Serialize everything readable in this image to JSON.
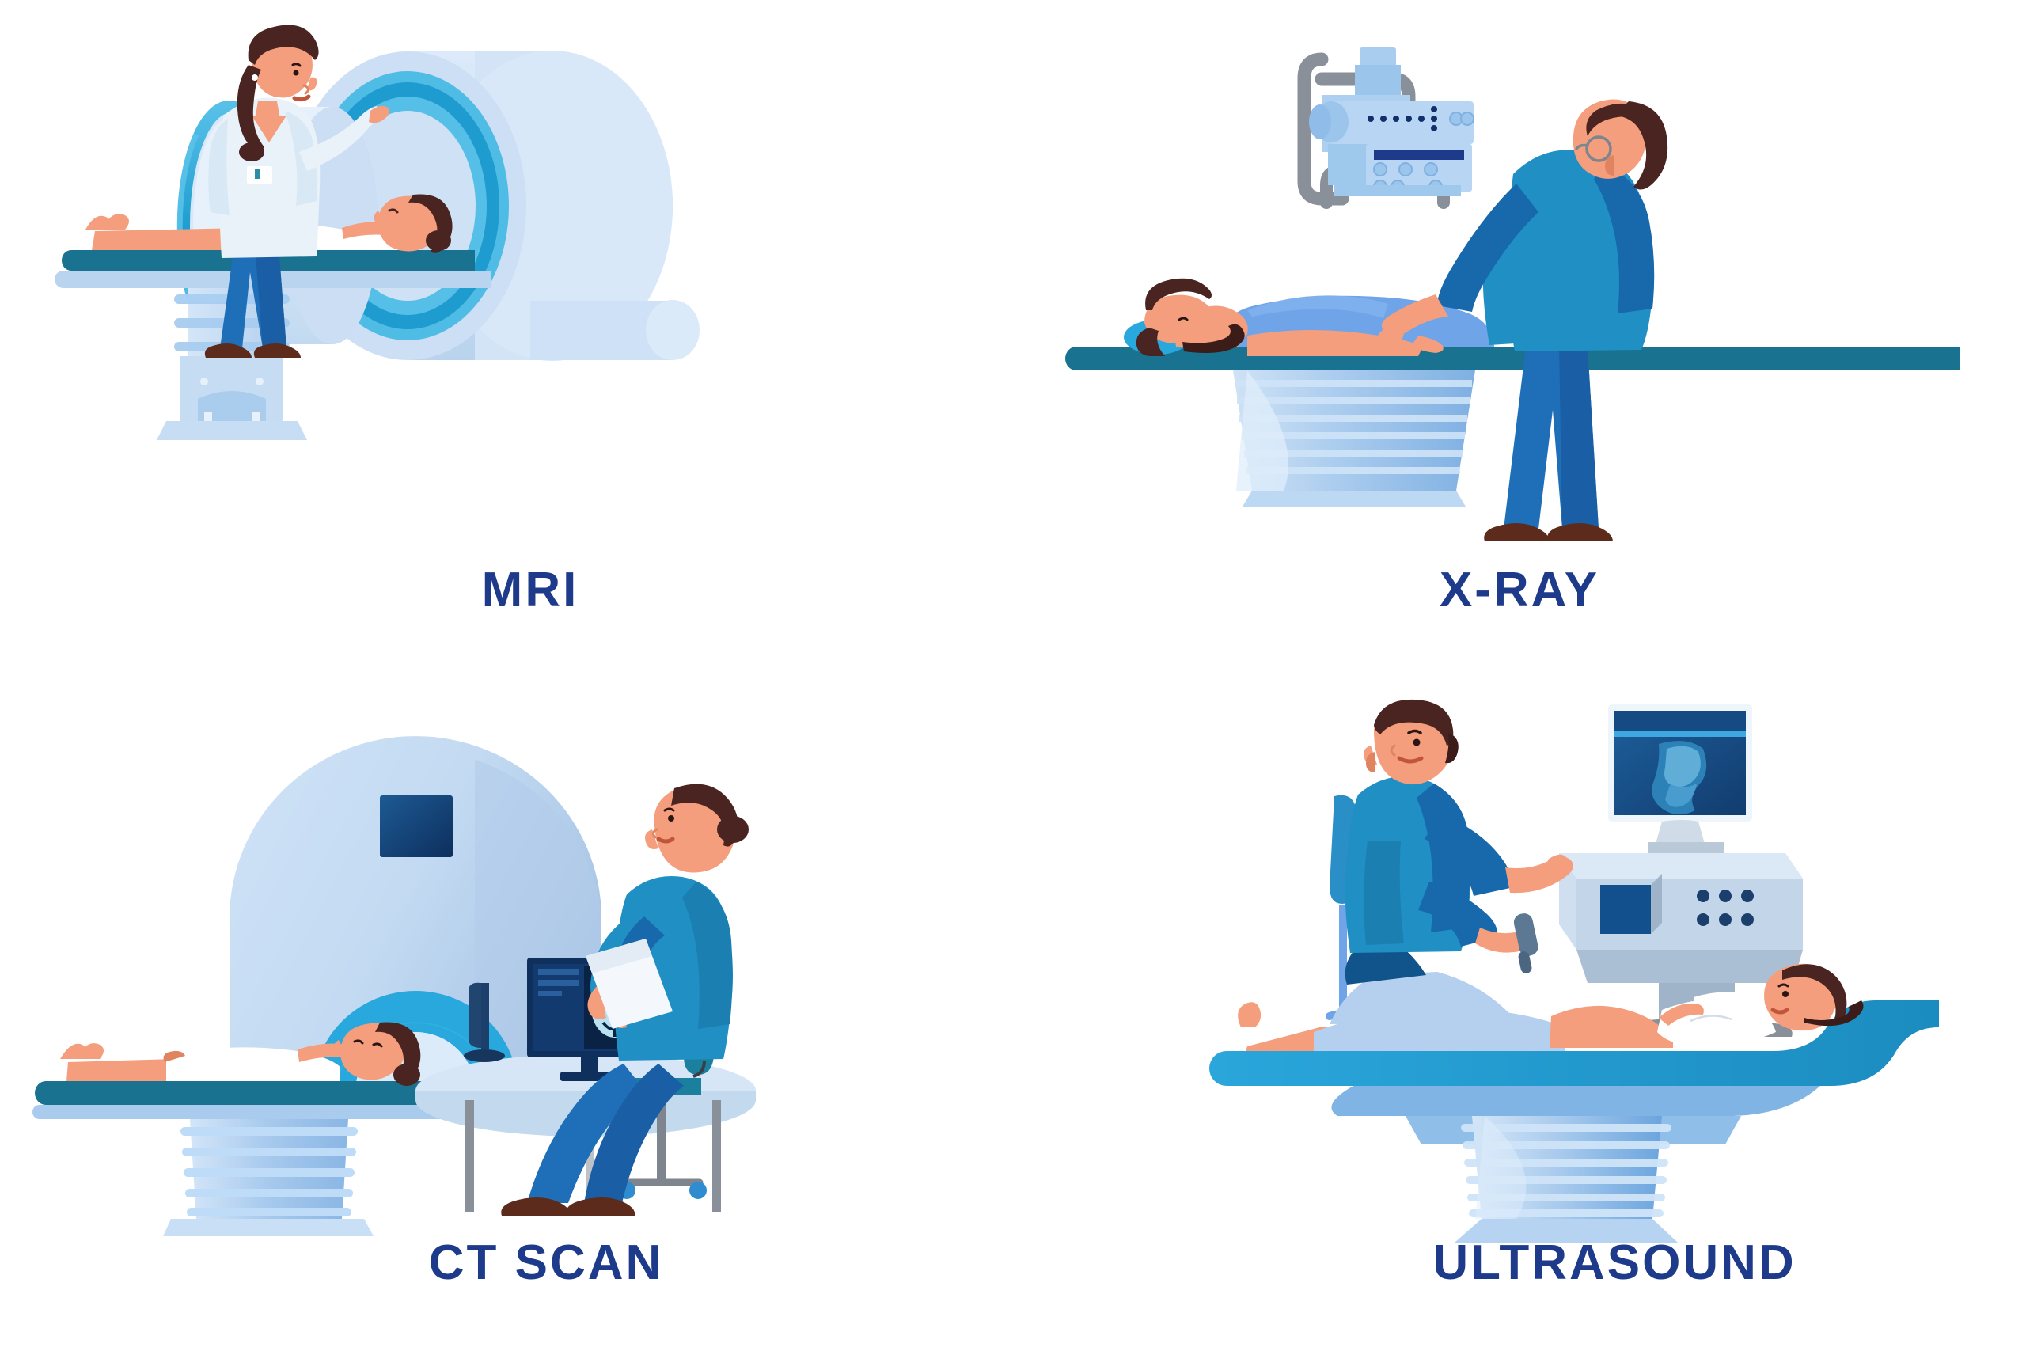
{
  "poster": {
    "background": "#ffffff",
    "label_color": "#20409a",
    "columns": 2,
    "rows": 2
  },
  "palette": {
    "label_navy": "#20409a",
    "deep_navy": "#11306b",
    "table_teal": "#19728f",
    "table_teal_dark": "#11607c",
    "machine_pale": "#c9dff2",
    "machine_pale_2": "#bcd6ef",
    "machine_light": "#dcebf9",
    "ring_blue": "#1f9ed1",
    "ring_blue_dark": "#1378a8",
    "ring_cyan": "#48b9e3",
    "accent_cyan": "#28a8dc",
    "scrub_blue": "#1f8fc4",
    "scrub_blue_dark": "#1769ab",
    "denim": "#1f6fb8",
    "denim_dark": "#17539a",
    "coat_white": "#f2f7fb",
    "coat_blue": "#cfe2f1",
    "skin": "#f59e7d",
    "skin_dark": "#e0835f",
    "hair_brown": "#4a2420",
    "shoe_brown": "#5c2b1c",
    "screen_navy": "#113a6d",
    "screen_navy_dark": "#0c2a52",
    "gray_arm": "#8a9099",
    "gown_blue": "#6fa4e8",
    "gown_white": "#ffffff",
    "chair_teal": "#1b7f9e",
    "desk_top": "#d6e6f6"
  },
  "panels": [
    {
      "id": "mri",
      "label": "MRI",
      "scene_name": "mri-scan-scene",
      "figures": [
        {
          "role": "nurse",
          "name": "mri-nurse",
          "outfit": "white-lab-coat",
          "trousers": "#1f6fb8",
          "has_badge": true
        },
        {
          "role": "patient",
          "name": "mri-patient",
          "posture": "lying-supine",
          "gown": "#ffffff"
        }
      ],
      "equipment": [
        {
          "name": "mri-scanner-bore",
          "type": "cylindrical-gantry"
        },
        {
          "name": "mri-patient-table",
          "type": "scanner-table"
        },
        {
          "name": "mri-table-pedestal",
          "type": "ribbed-column"
        }
      ]
    },
    {
      "id": "xray",
      "label": "X-RAY",
      "scene_name": "x-ray-scan-scene",
      "figures": [
        {
          "role": "technician",
          "name": "xray-technician",
          "outfit": "blue-scrubs",
          "trousers": "#1f6fb8",
          "glasses": true
        },
        {
          "role": "patient",
          "name": "xray-patient",
          "posture": "lying-supine",
          "gown": "#6fa4e8"
        }
      ],
      "equipment": [
        {
          "name": "x-ray-emitter-head",
          "type": "overhead-tube"
        },
        {
          "name": "x-ray-support-arm",
          "type": "gooseneck-arm"
        },
        {
          "name": "x-ray-table",
          "type": "scanner-table"
        },
        {
          "name": "x-ray-table-pedestal",
          "type": "ribbed-column"
        }
      ]
    },
    {
      "id": "ct",
      "label": "CT SCAN",
      "scene_name": "ct-scan-scene",
      "figures": [
        {
          "role": "technician",
          "name": "ct-technician",
          "outfit": "teal-scrubs",
          "trousers": "#1f6fb8",
          "seated": true,
          "holding": "clipboard"
        },
        {
          "role": "patient",
          "name": "ct-patient",
          "posture": "lying-supine",
          "gown": "#ffffff"
        }
      ],
      "equipment": [
        {
          "name": "ct-gantry",
          "type": "dome-gantry"
        },
        {
          "name": "ct-gantry-display",
          "type": "panel-display"
        },
        {
          "name": "ct-patient-table",
          "type": "scanner-table"
        },
        {
          "name": "ct-table-pedestal",
          "type": "ribbed-column"
        },
        {
          "name": "ct-workstation-desk",
          "type": "round-desk"
        },
        {
          "name": "ct-monitor",
          "type": "desktop-monitor",
          "screen_content": "brain-scan"
        },
        {
          "name": "ct-operator-chair",
          "type": "rolling-stool"
        }
      ]
    },
    {
      "id": "ultrasound",
      "label": "ULTRASOUND",
      "scene_name": "ultrasound-scan-scene",
      "figures": [
        {
          "role": "doctor",
          "name": "ultrasound-doctor",
          "outfit": "blue-scrubs",
          "seated": true,
          "holding": "ultrasound-probe"
        },
        {
          "role": "patient",
          "name": "ultrasound-patient",
          "posture": "reclining-pregnant",
          "gown": "#ffffff"
        }
      ],
      "equipment": [
        {
          "name": "ultrasound-monitor",
          "type": "display",
          "screen_content": "sonogram"
        },
        {
          "name": "ultrasound-console",
          "type": "control-console",
          "button_rows": 2,
          "buttons_per_row": 3
        },
        {
          "name": "ultrasound-couch",
          "type": "exam-couch"
        },
        {
          "name": "ultrasound-couch-pedestal",
          "type": "ribbed-column"
        },
        {
          "name": "ultrasound-doctor-stool",
          "type": "rolling-stool"
        }
      ]
    }
  ]
}
